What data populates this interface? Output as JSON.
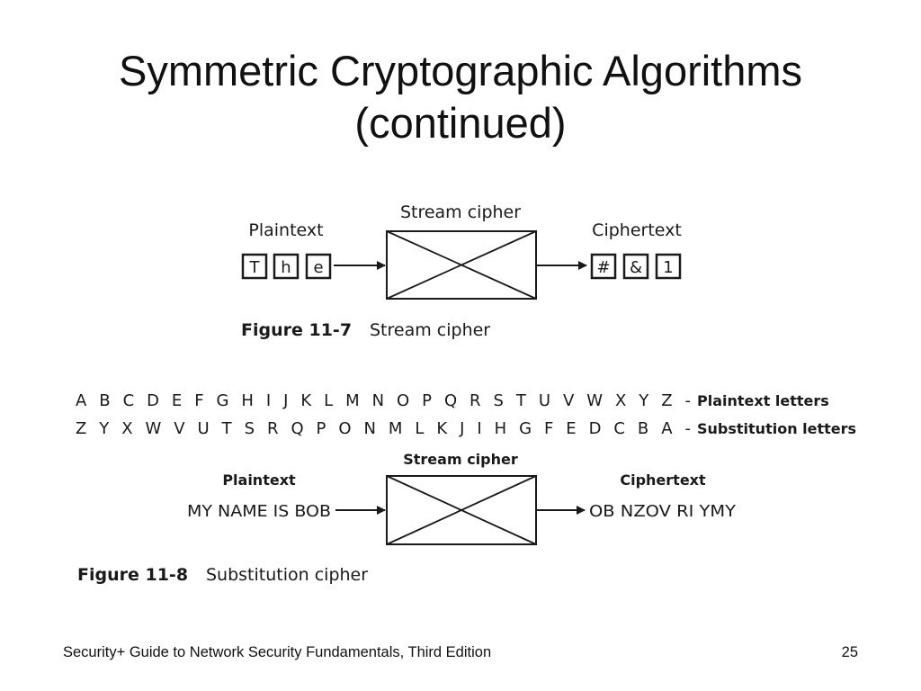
{
  "slide": {
    "title_line1": "Symmetric Cryptographic Algorithms",
    "title_line2": "(continued)"
  },
  "figure_11_7": {
    "plaintext_label": "Plaintext",
    "cipher_label": "Stream cipher",
    "ciphertext_label": "Ciphertext",
    "plaintext_chars": [
      "T",
      "h",
      "e"
    ],
    "ciphertext_chars": [
      "#",
      "&",
      "1"
    ],
    "caption_number": "Figure 11-7",
    "caption_text": "Stream cipher"
  },
  "figure_11_8": {
    "plaintext_alphabet": "A  B  C  D  E  F  G  H  I  J  K  L  M  N  O  P  Q  R  S  T  U  V  W  X  Y  Z  -",
    "plaintext_alphabet_label": "Plaintext letters",
    "substitution_alphabet": "Z  Y  X  W  V  U  T  S  R  Q  P  O  N  M  L  K  J  I  H  G  F  E  D  C  B  A  -",
    "substitution_alphabet_label": "Substitution letters",
    "plaintext_label": "Plaintext",
    "cipher_label": "Stream cipher",
    "ciphertext_label": "Ciphertext",
    "plaintext_value": "MY NAME IS BOB",
    "ciphertext_value": "OB NZOV RI YMY",
    "caption_number": "Figure 11-8",
    "caption_text": "Substitution cipher"
  },
  "footer": {
    "book_title": "Security+ Guide to Network Security Fundamentals, Third Edition",
    "page_number": "25"
  }
}
